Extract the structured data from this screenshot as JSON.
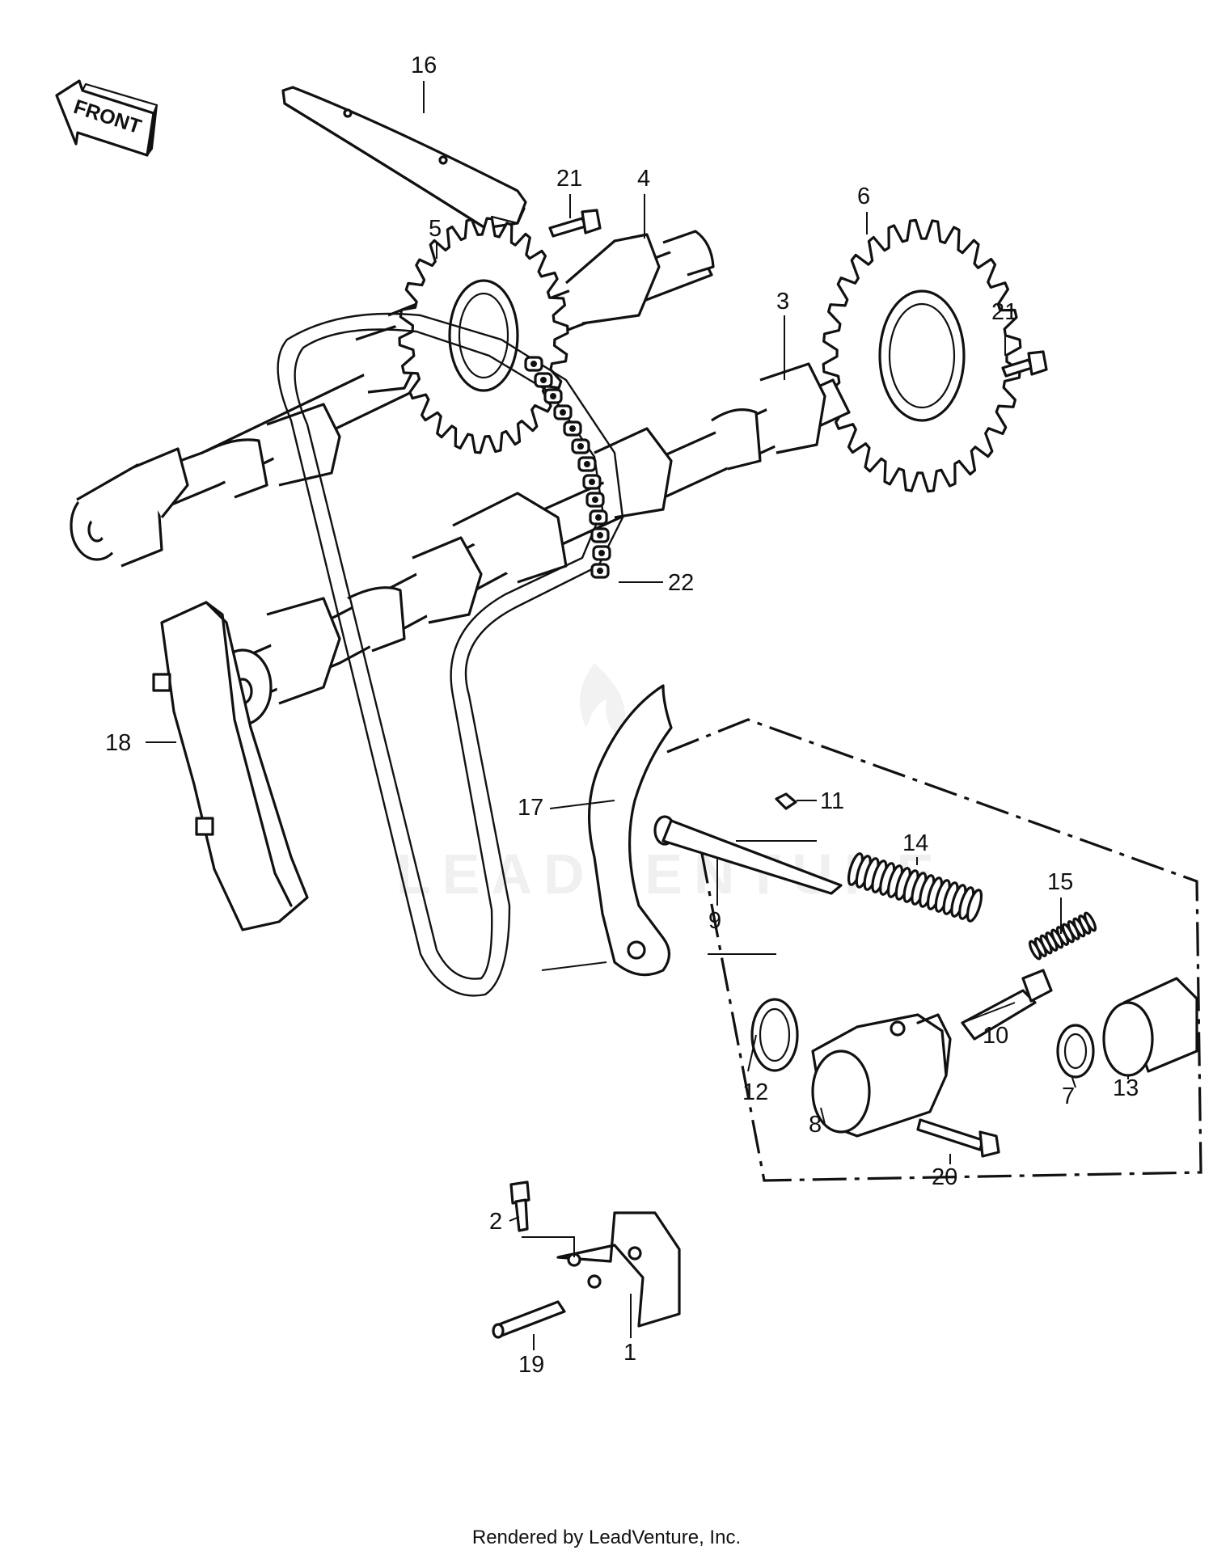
{
  "front_arrow": {
    "label": "FRONT"
  },
  "watermark": {
    "text": "LEADVENTURE"
  },
  "callouts": [
    {
      "id": "c16",
      "label": "16"
    },
    {
      "id": "c21a",
      "label": "21"
    },
    {
      "id": "c4",
      "label": "4"
    },
    {
      "id": "c5",
      "label": "5"
    },
    {
      "id": "c6",
      "label": "6"
    },
    {
      "id": "c21b",
      "label": "21"
    },
    {
      "id": "c3",
      "label": "3"
    },
    {
      "id": "c22",
      "label": "22"
    },
    {
      "id": "c18",
      "label": "18"
    },
    {
      "id": "c17",
      "label": "17"
    },
    {
      "id": "c11",
      "label": "11"
    },
    {
      "id": "c14",
      "label": "14"
    },
    {
      "id": "c9",
      "label": "9"
    },
    {
      "id": "c15",
      "label": "15"
    },
    {
      "id": "c10",
      "label": "10"
    },
    {
      "id": "c12",
      "label": "12"
    },
    {
      "id": "c8",
      "label": "8"
    },
    {
      "id": "c7",
      "label": "7"
    },
    {
      "id": "c13",
      "label": "13"
    },
    {
      "id": "c20",
      "label": "20"
    },
    {
      "id": "c2",
      "label": "2"
    },
    {
      "id": "c19",
      "label": "19"
    },
    {
      "id": "c1",
      "label": "1"
    }
  ],
  "footer": {
    "text": "Rendered by LeadVenture, Inc."
  }
}
